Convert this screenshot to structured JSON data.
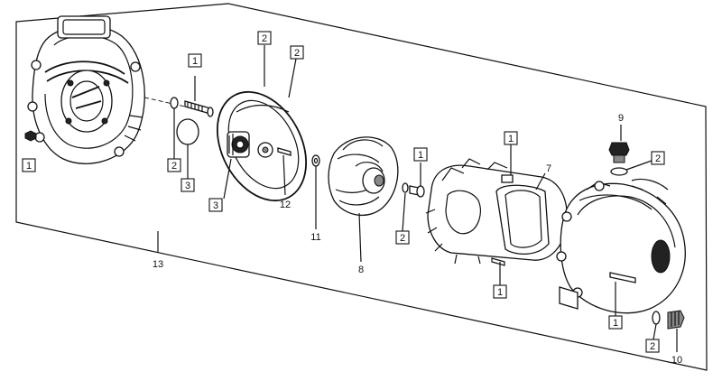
{
  "callouts": {
    "c1a": "1",
    "c1b": "1",
    "c1c": "1",
    "c1d": "1",
    "c1e": "1",
    "c1f": "1",
    "c2a": "2",
    "c2b": "2",
    "c2c": "2",
    "c2d": "2",
    "c2e": "2",
    "c2f": "2",
    "c3a": "3",
    "c3b": "3",
    "n7": "7",
    "n8": "8",
    "n9": "9",
    "n10": "10",
    "n11": "11",
    "n12": "12",
    "n13": "13"
  }
}
